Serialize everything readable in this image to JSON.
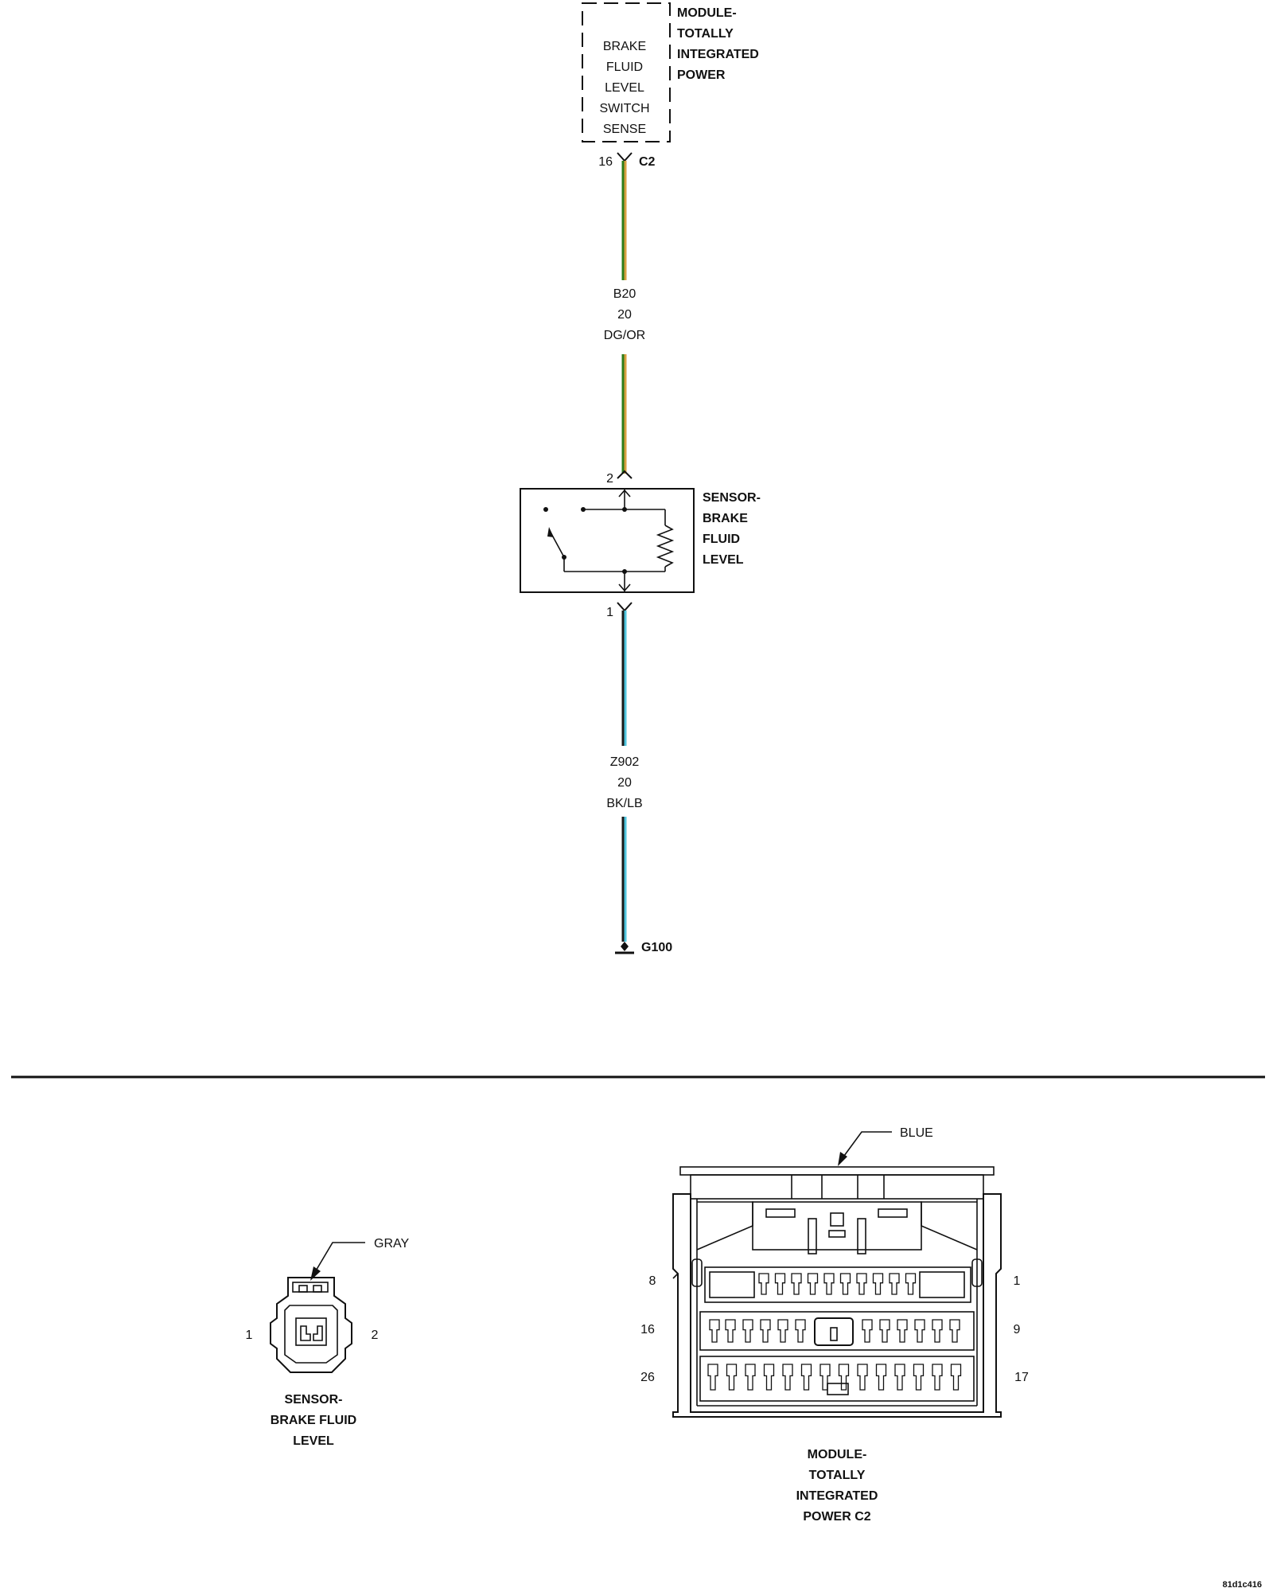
{
  "schematic": {
    "module": {
      "title_lines": [
        "MODULE-",
        "TOTALLY",
        "INTEGRATED",
        "POWER"
      ],
      "function_lines": [
        "BRAKE",
        "FLUID",
        "LEVEL",
        "SWITCH",
        "SENSE"
      ],
      "pin": "16",
      "connector": "C2"
    },
    "wire_top": {
      "circuit": "B20",
      "gauge": "20",
      "color_code": "DG/OR",
      "colors": [
        "#2e7d1a",
        "#d9a040"
      ]
    },
    "sensor": {
      "title_lines": [
        "SENSOR-",
        "BRAKE",
        "FLUID",
        "LEVEL"
      ],
      "pin_top": "2",
      "pin_bottom": "1"
    },
    "wire_bottom": {
      "circuit": "Z902",
      "gauge": "20",
      "color_code": "BK/LB",
      "colors": [
        "#1a1a1a",
        "#4fc6df"
      ]
    },
    "ground": "G100"
  },
  "connector_views": {
    "sensor": {
      "color_label": "GRAY",
      "pin_left": "1",
      "pin_right": "2",
      "name_lines": [
        "SENSOR-",
        "BRAKE FLUID",
        "LEVEL"
      ]
    },
    "module_c2": {
      "color_label": "BLUE",
      "pin_labels_left": [
        "8",
        "16",
        "26"
      ],
      "pin_labels_right": [
        "1",
        "9",
        "17"
      ],
      "name_lines": [
        "MODULE-",
        "TOTALLY",
        "INTEGRATED",
        "POWER C2"
      ]
    }
  },
  "figure_id": "81d1c416"
}
